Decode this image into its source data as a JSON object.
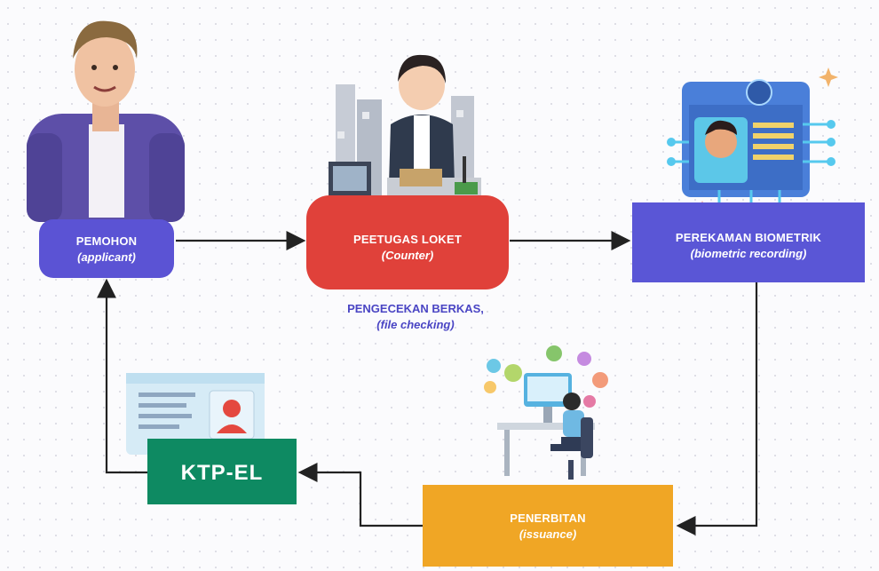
{
  "nodes": {
    "pemohon": {
      "title": "PEMOHON",
      "subtitle": "(applicant)"
    },
    "loket": {
      "title": "PEETUGAS LOKET",
      "subtitle": "(Counter)"
    },
    "loket_note": {
      "title": "PENGECEKAN BERKAS,",
      "subtitle": "(file checking)"
    },
    "biometrik": {
      "title": "PEREKAMAN BIOMETRIK",
      "subtitle": "(biometric recording)"
    },
    "penerbitan": {
      "title": "PENERBITAN",
      "subtitle": "(issuance)"
    },
    "ktp": {
      "title": "KTP-EL"
    }
  },
  "colors": {
    "pemohon": "#5b53d4",
    "loket": "#e0413a",
    "biometrik": "#5a56d6",
    "penerbitan": "#f0a625",
    "ktp": "#0e8a62",
    "arrow": "#222222"
  },
  "illustrations": {
    "applicant": "man-avatar-illustration",
    "counter": "counter-officer-illustration",
    "biometric": "face-recognition-screen-illustration",
    "issuance": "computer-workstation-illustration",
    "ktp_card": "id-card-illustration"
  }
}
